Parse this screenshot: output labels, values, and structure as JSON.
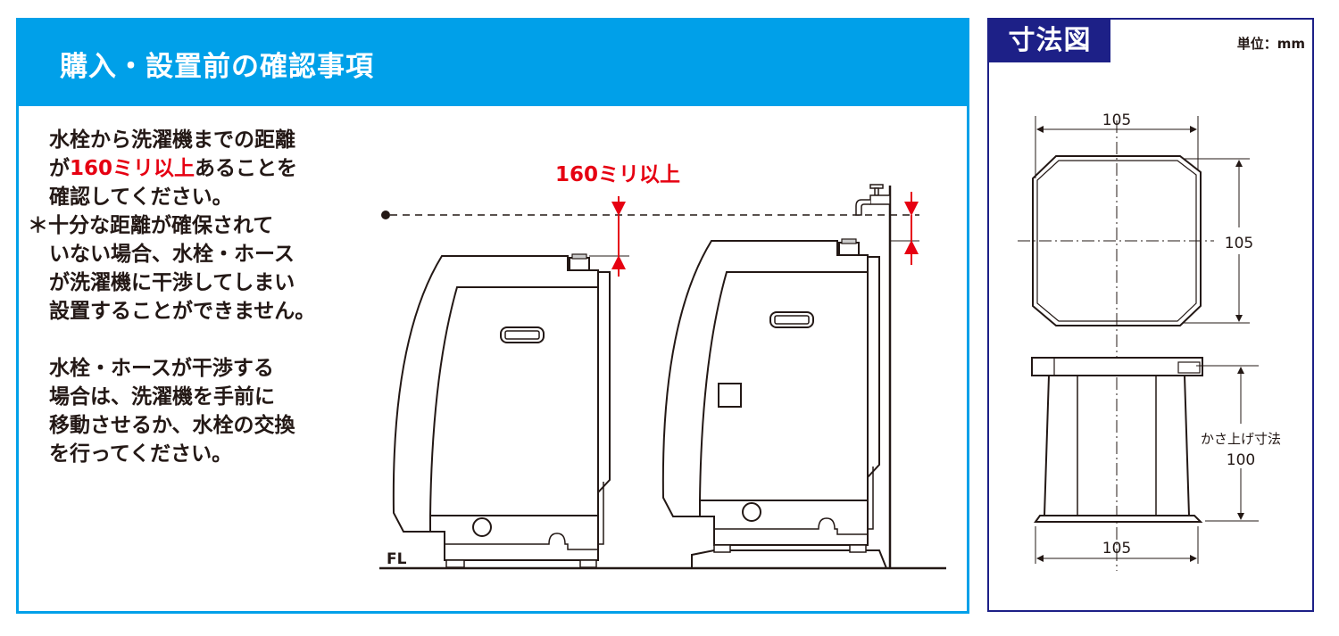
{
  "left": {
    "title": "購入・設置前の確認事項",
    "notes": {
      "p1_l1": "水栓から洗濯機までの距離",
      "p1_l2_pre": "が",
      "p1_l2_red": "160ミリ以上",
      "p1_l2_post": "あることを",
      "p1_l3": "確認してください。",
      "p1_l4": "＊十分な距離が確保されて",
      "p1_l5": "いない場合、水栓・ホース",
      "p1_l6": "が洗濯機に干渉してしまい",
      "p1_l7": "設置することができません。",
      "p2_l1": "水栓・ホースが干渉する",
      "p2_l2": "場合は、洗濯機を手前に",
      "p2_l3": "移動させるか、水栓の交換",
      "p2_l4": "を行ってください。"
    },
    "diagram": {
      "clearance_label": "160ミリ以上",
      "floor_label": "FL"
    }
  },
  "right": {
    "title": "寸法図",
    "unit": "単位：mm",
    "top_width": "105",
    "top_depth": "105",
    "raise_label": "かさ上げ寸法",
    "raise_value": "100",
    "bottom_width": "105"
  },
  "colors": {
    "accent_blue": "#00a0e9",
    "navy": "#1d2087",
    "red": "#e60012"
  }
}
